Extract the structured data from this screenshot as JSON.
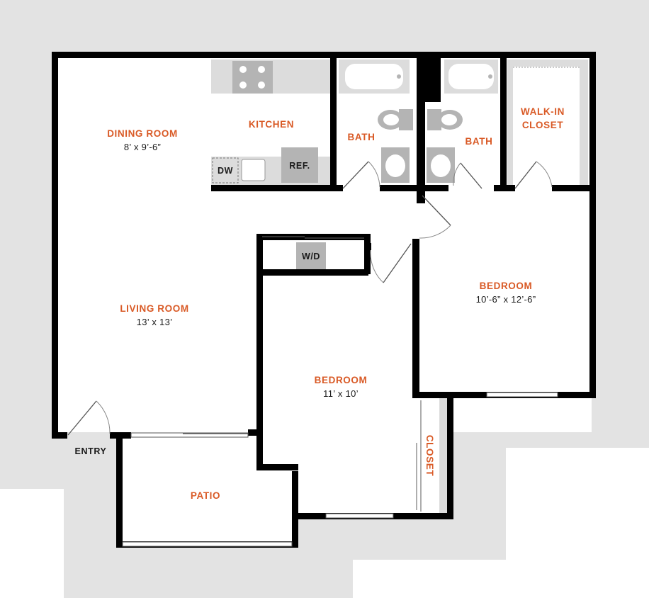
{
  "rooms": {
    "dining": {
      "name": "DINING ROOM",
      "size": "8’ x 9’-6”"
    },
    "kitchen": {
      "name": "KITCHEN"
    },
    "bath1": {
      "name": "BATH"
    },
    "bath2": {
      "name": "BATH"
    },
    "walkin": {
      "name_line1": "WALK-IN",
      "name_line2": "CLOSET"
    },
    "living": {
      "name": "LIVING ROOM",
      "size": "13’ x 13’"
    },
    "bedroom1": {
      "name": "BEDROOM",
      "size": "10’-6” x 12’-6”"
    },
    "bedroom2": {
      "name": "BEDROOM",
      "size": "11’ x 10’"
    },
    "closet": {
      "name": "CLOSET"
    },
    "patio": {
      "name": "PATIO"
    },
    "entry": {
      "name": "ENTRY"
    }
  },
  "fixtures": {
    "dishwasher": "DW",
    "refrigerator": "REF.",
    "washer_dryer": "W/D"
  },
  "colors": {
    "label": "#d95a26",
    "wall": "#000000",
    "surround": "#e3e3e3",
    "fixture": "#b4b4b4"
  }
}
